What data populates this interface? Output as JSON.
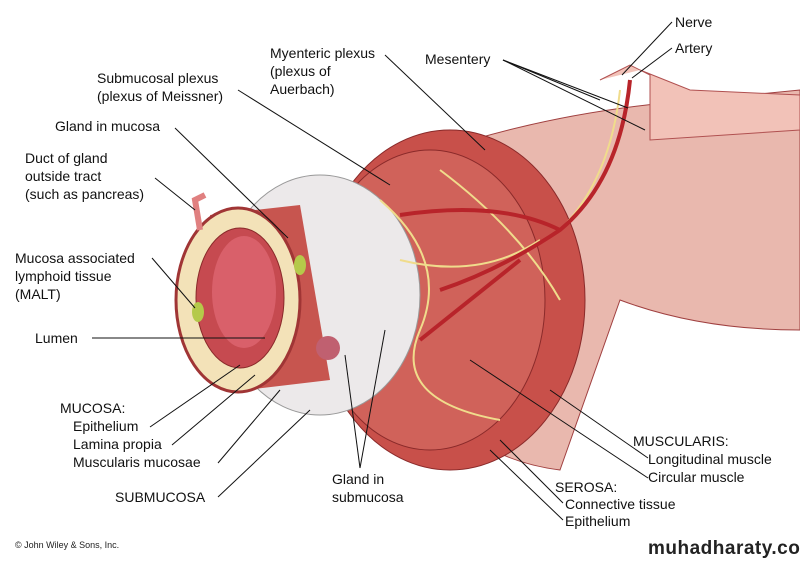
{
  "labels": {
    "nerve": "Nerve",
    "artery": "Artery",
    "mesentery": "Mesentery",
    "myenteric": [
      "Myenteric plexus",
      "(plexus of",
      "Auerbach)"
    ],
    "submucosal": [
      "Submucosal plexus",
      "(plexus of Meissner)"
    ],
    "gland_mucosa": "Gland in mucosa",
    "duct": [
      "Duct of gland",
      "outside tract",
      "(such as pancreas)"
    ],
    "malt": [
      "Mucosa associated",
      "lymphoid tissue",
      "(MALT)"
    ],
    "lumen": "Lumen",
    "mucosa": {
      "title": "MUCOSA:",
      "items": [
        "Epithelium",
        "Lamina propia",
        "Muscularis mucosae"
      ]
    },
    "submucosa": "SUBMUCOSA",
    "gland_submucosa": [
      "Gland in",
      "submucosa"
    ],
    "serosa": {
      "title": "SEROSA:",
      "items": [
        "Connective tissue",
        "Epithelium"
      ]
    },
    "muscularis": {
      "title": "MUSCULARIS:",
      "items": [
        "Longitudinal muscle",
        "Circular muscle"
      ]
    }
  },
  "copyright": "© John Wiley & Sons, Inc.",
  "watermark": "muhadharaty.com",
  "colors": {
    "muscle": "#c8504a",
    "submucosa": "#ece9ea",
    "nerve": "#f0dc8c",
    "artery": "#b8242a",
    "mucosa": "#f3e2b8"
  }
}
